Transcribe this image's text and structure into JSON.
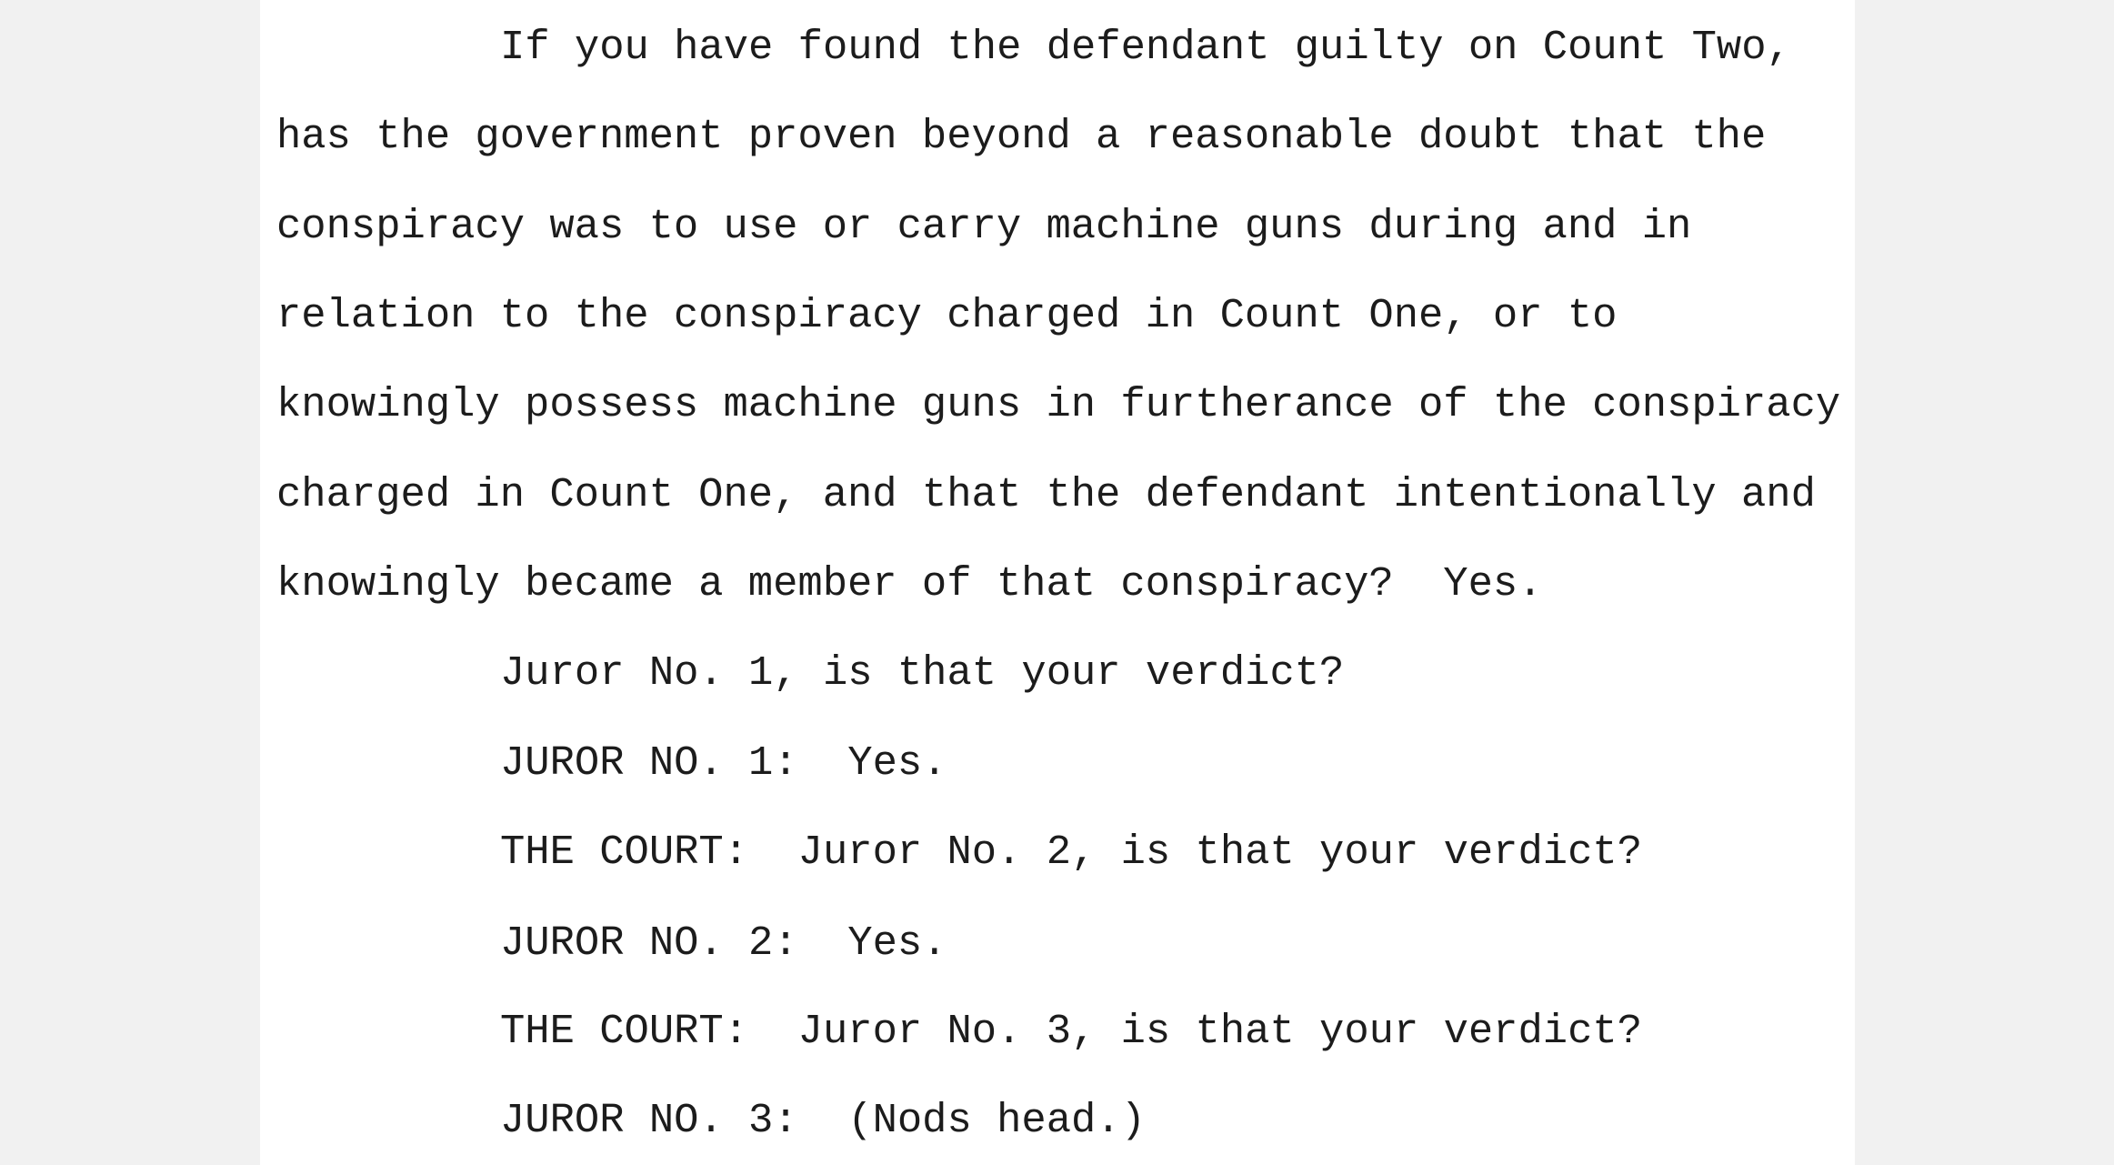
{
  "transcript": {
    "lines": [
      {
        "text": "If you have found the defendant guilty on Count Two,",
        "indent": true
      },
      {
        "text": "has the government proven beyond a reasonable doubt that the",
        "indent": false
      },
      {
        "text": "conspiracy was to use or carry machine guns during and in",
        "indent": false
      },
      {
        "text": "relation to the conspiracy charged in Count One, or to",
        "indent": false
      },
      {
        "text": "knowingly possess machine guns in furtherance of the conspiracy",
        "indent": false
      },
      {
        "text": "charged in Count One, and that the defendant intentionally and",
        "indent": false
      },
      {
        "text": "knowingly became a member of that conspiracy?  Yes.",
        "indent": false
      },
      {
        "text": "Juror No. 1, is that your verdict?",
        "indent": true
      },
      {
        "text": "JUROR NO. 1:  Yes.",
        "indent": true
      },
      {
        "text": "THE COURT:  Juror No. 2, is that your verdict?",
        "indent": true
      },
      {
        "text": "JUROR NO. 2:  Yes.",
        "indent": true
      },
      {
        "text": "THE COURT:  Juror No. 3, is that your verdict?",
        "indent": true
      },
      {
        "text": "JUROR NO. 3:  (Nods head.)",
        "indent": true
      }
    ]
  }
}
